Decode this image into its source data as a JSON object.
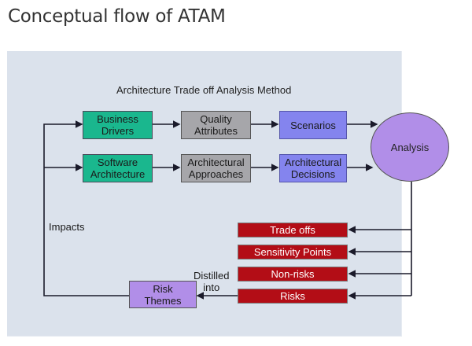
{
  "page": {
    "title": "Conceptual flow of ATAM"
  },
  "diagram": {
    "title": "Architecture Trade off Analysis Method",
    "nodes": {
      "business_drivers": "Business\nDrivers",
      "quality_attributes": "Quality\nAttributes",
      "scenarios": "Scenarios",
      "software_architecture": "Software\nArchitecture",
      "architectural_approaches": "Architectural\nApproaches",
      "architectural_decisions": "Architectural\nDecisions",
      "analysis": "Analysis",
      "trade_offs": "Trade offs",
      "sensitivity_points": "Sensitivity Points",
      "non_risks": "Non-risks",
      "risks": "Risks",
      "risk_themes": "Risk\nThemes"
    },
    "labels": {
      "impacts": "Impacts",
      "distilled_into": "Distilled\ninto"
    },
    "colors": {
      "background": "#dbe2ec",
      "green": "#1ab78e",
      "gray": "#a6a6aa",
      "blue": "#8484ee",
      "purple": "#b18ee8",
      "red": "#b30d16",
      "line": "#1a1a2a"
    }
  }
}
